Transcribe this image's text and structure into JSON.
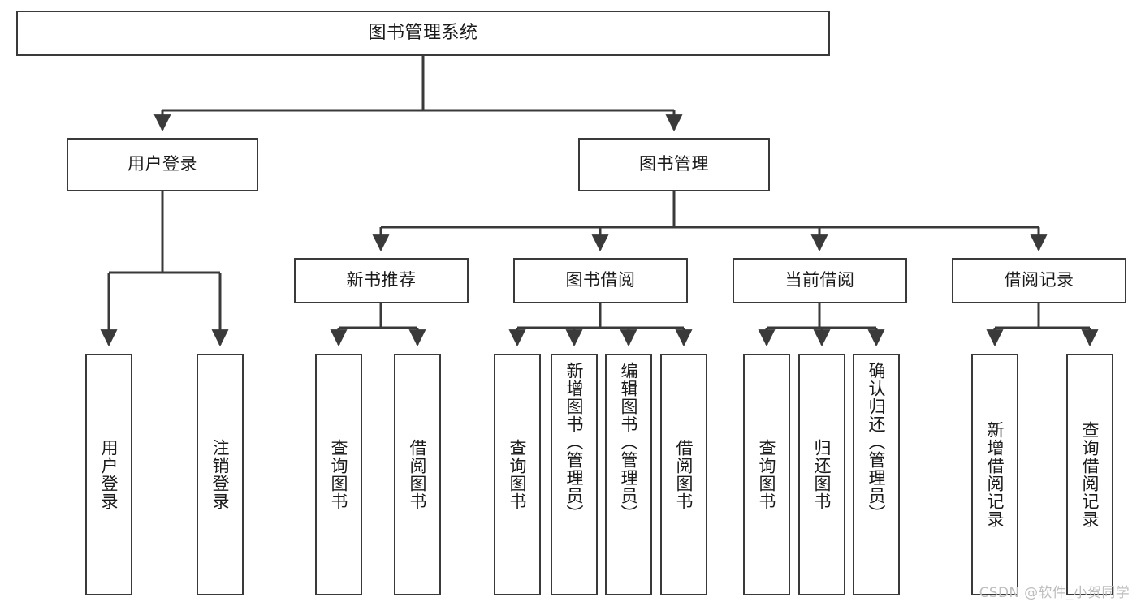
{
  "diagram": {
    "title": "图书管理系统",
    "type": "tree",
    "stroke_color": "#3a3a3a",
    "fill_color": "#ffffff",
    "text_color": "#1a1a1a",
    "root": {
      "id": "root",
      "label": "图书管理系统"
    },
    "level1": [
      {
        "id": "user-login",
        "label": "用户登录"
      },
      {
        "id": "book-manage",
        "label": "图书管理"
      }
    ],
    "level2": [
      {
        "id": "new-book-recommend",
        "label": "新书推荐"
      },
      {
        "id": "book-borrow",
        "label": "图书借阅"
      },
      {
        "id": "current-borrow",
        "label": "当前借阅"
      },
      {
        "id": "borrow-record",
        "label": "借阅记录"
      }
    ],
    "leaves": {
      "user_login": [
        {
          "id": "leaf-user-login",
          "label": "用户登录"
        },
        {
          "id": "leaf-logout-login",
          "label": "注销登录"
        }
      ],
      "new_book_recommend": [
        {
          "id": "leaf-query-book-1",
          "label": "查询图书"
        },
        {
          "id": "leaf-borrow-book-1",
          "label": "借阅图书"
        }
      ],
      "book_borrow": [
        {
          "id": "leaf-query-book-2",
          "label": "查询图书"
        },
        {
          "id": "leaf-add-book",
          "label": "新增图书（管理员）"
        },
        {
          "id": "leaf-edit-book",
          "label": "编辑图书（管理员）"
        },
        {
          "id": "leaf-borrow-book-2",
          "label": "借阅图书"
        }
      ],
      "current_borrow": [
        {
          "id": "leaf-query-book-3",
          "label": "查询图书"
        },
        {
          "id": "leaf-return-book",
          "label": "归还图书"
        },
        {
          "id": "leaf-confirm-return",
          "label": "确认归还（管理员）"
        }
      ],
      "borrow_record": [
        {
          "id": "leaf-add-record",
          "label": "新增借阅记录"
        },
        {
          "id": "leaf-query-record",
          "label": "查询借阅记录"
        }
      ]
    }
  },
  "watermark": {
    "text": "CSDN @软件_小贺同学"
  }
}
